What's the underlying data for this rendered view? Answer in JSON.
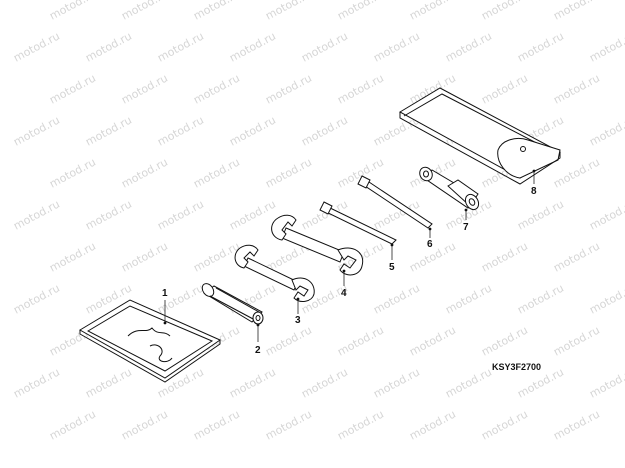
{
  "watermark": {
    "text": "motod.ru"
  },
  "diagram_code": "KSY3F2700",
  "parts": [
    {
      "id": "1",
      "label": "1"
    },
    {
      "id": "2",
      "label": "2"
    },
    {
      "id": "3",
      "label": "3"
    },
    {
      "id": "4",
      "label": "4"
    },
    {
      "id": "5",
      "label": "5"
    },
    {
      "id": "6",
      "label": "6"
    },
    {
      "id": "7",
      "label": "7"
    },
    {
      "id": "8",
      "label": "8"
    }
  ]
}
